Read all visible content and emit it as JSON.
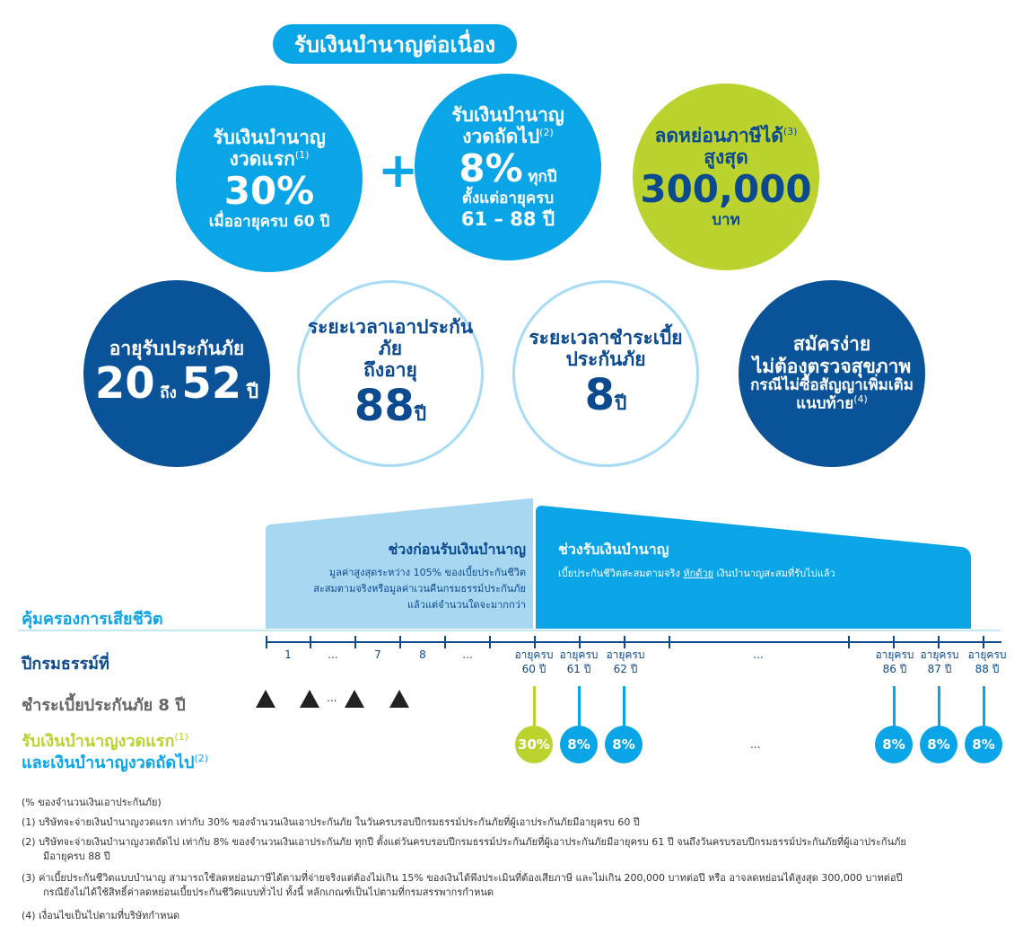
{
  "header": {
    "title": "รับเงินบำนาญต่อเนื่อง"
  },
  "c1": {
    "line1": "รับเงินบำนาญ",
    "line2": "งวดแรก",
    "sup": "(1)",
    "pct": "30%",
    "line3": "เมื่ออายุครบ 60 ปี"
  },
  "c2": {
    "line1": "รับเงินบำนาญ",
    "line2": "งวดถัดไป",
    "sup": "(2)",
    "pct": "8%",
    "pct_suffix": "ทุกปี",
    "line3": "ตั้งแต่อายุครบ",
    "line4": "61 – 88 ปี"
  },
  "plus": "+",
  "c3": {
    "line1": "ลดหย่อนภาษีได้",
    "sup": "(3)",
    "line2": "สูงสุด",
    "amount": "300,000",
    "unit": "บาท"
  },
  "c4": {
    "line1": "อายุรับประกันภัย",
    "from": "20",
    "to_word": "ถึง",
    "to": "52",
    "unit": "ปี"
  },
  "c5": {
    "line1": "ระยะเวลาเอาประกันภัย",
    "line2": "ถึงอายุ",
    "num": "88",
    "unit": "ปี"
  },
  "c6": {
    "line1": "ระยะเวลาชำระเบี้ย",
    "line2": "ประกันภัย",
    "num": "8",
    "unit": "ปี"
  },
  "c7": {
    "line1": "สมัครง่าย",
    "line2": "ไม่ต้องตรวจสุขภาพ",
    "line3": "กรณีไม่ซื้อสัญญาเพิ่มเติม",
    "line4": "แนบท้าย",
    "sup": "(4)"
  },
  "timeline": {
    "pre": {
      "title": "ช่วงก่อนรับเงินบำนาญ",
      "l1": "มูลค่าสูงสุดระหว่าง 105% ของเบี้ยประกันชีวิต",
      "l2": "สะสมตามจริงหรือมูลค่าเวนคืนกรมธรรม์ประกันภัย",
      "l3": "แล้วแต่จำนวนใดจะมากกว่า"
    },
    "post": {
      "title": "ช่วงรับเงินบำนาญ",
      "l1a": "เบี้ยประกันชีวิตสะสมตามจริง ",
      "l1b": "หักด้วย",
      "l1c": " เงินบำนาญสะสมที่รับไปแล้ว"
    },
    "coverage_label": "คุ้มครองการเสียชีวิต",
    "year_label": "ปีกรมธรรม์ที่",
    "premium_label": "ชำระเบี้ยประกันภัย 8 ปี",
    "annuity_label_1": "รับเงินบำนาญงวดแรก",
    "annuity_sup_1": "(1)",
    "annuity_label_2": "และเงินบำนาญงวดถัดไป",
    "annuity_sup_2": "(2)",
    "years": [
      "1",
      "...",
      "7",
      "8",
      "..."
    ],
    "age_prefix": "อายุครบ",
    "ages": [
      "60 ปี",
      "61 ปี",
      "62 ปี",
      "86 ปี",
      "87 ปี",
      "88 ปี"
    ],
    "mid_ellipsis": "...",
    "tri_ellipsis": "...",
    "badge_ellipsis": "...",
    "badges": [
      "30%",
      "8%",
      "8%",
      "8%",
      "8%",
      "8%"
    ]
  },
  "notes": {
    "n0": "(% ของจำนวนเงินเอาประกันภัย)",
    "n1": "(1)  บริษัทจะจ่ายเงินบำนาญงวดแรก เท่ากับ 30% ของจำนวนเงินเอาประกันภัย ในวันครบรอบปีกรมธรรม์ประกันภัยที่ผู้เอาประกันภัยมีอายุครบ 60 ปี",
    "n2a": "(2)  บริษัทจะจ่ายเงินบำนาญงวดถัดไป เท่ากับ 8% ของจำนวนเงินเอาประกันภัย ทุกปี ตั้งแต่วันครบรอบปีกรมธรรม์ประกันภัยที่ผู้เอาประกันภัยมีอายุครบ 61 ปี จนถึงวันครบรอบปีกรมธรรม์ประกันภัยที่ผู้เอาประกันภัย",
    "n2b": "มีอายุครบ 88 ปี",
    "n3a": "(3)  ค่าเบี้ยประกันชีวิตแบบบำนาญ สามารถใช้ลดหย่อนภาษีได้ตามที่จ่ายจริงแต่ต้องไม่เกิน 15% ของเงินได้พึงประเมินที่ต้องเสียภาษี และไม่เกิน 200,000 บาทต่อปี หรือ อาจลดหย่อนได้สูงสุด 300,000 บาทต่อปี",
    "n3b": "กรณียังไม่ได้ใช้สิทธิ์ค่าลดหย่อนเบี้ยประกันชีวิตแบบทั่วไป ทั้งนี้ หลักเกณฑ์เป็นไปตามที่กรมสรรพากรกำหนด",
    "n4": "(4)  เงื่อนไขเป็นไปตามที่บริษัทกำหนด"
  },
  "colors": {
    "blue": "#0aa5e6",
    "navy": "#0a5398",
    "green": "#bcd22f",
    "light": "#a8d7f2",
    "ring": "#a8dcf4"
  }
}
